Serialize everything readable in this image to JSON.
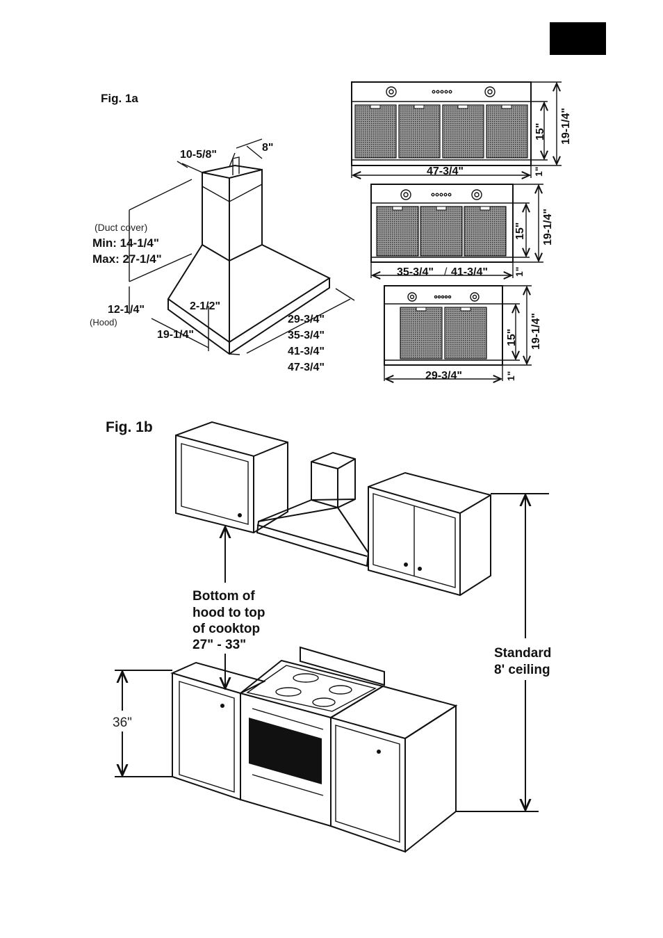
{
  "page_marker_color": "#000000",
  "fig1a": {
    "title": "Fig. 1a",
    "labels": {
      "chimney_depth": "10-5/8\"",
      "chimney_width": "8\"",
      "duct_cover": "(Duct cover)",
      "duct_min": "Min: 14-1/4\"",
      "duct_max": "Max: 27-1/4\"",
      "hood_height": "12-1/4\"",
      "hood_caption": "(Hood)",
      "edge_height": "2-1/2\"",
      "hood_depth": "19-1/4\"",
      "widths": [
        "29-3/4\"",
        "35-3/4\"",
        "41-3/4\"",
        "47-3/4\""
      ]
    }
  },
  "front_views": [
    {
      "filters": 4,
      "width_label": "47-3/4\"",
      "height_label": "15\"",
      "total_label": "19-1/4\"",
      "bottom_label": "1\""
    },
    {
      "filters": 3,
      "width_label_a": "35-3/4\"",
      "width_sep": "/",
      "width_label_b": "41-3/4\"",
      "height_label": "15\"",
      "total_label": "19-1/4\"",
      "bottom_label": "1\""
    },
    {
      "filters": 2,
      "width_label": "29-3/4\"",
      "height_label": "15\"",
      "total_label": "19-1/4\"",
      "bottom_label": "1\""
    }
  ],
  "fig1b": {
    "title": "Fig. 1b",
    "clearance": [
      "Bottom of",
      "hood to top",
      "of cooktop",
      "27\" - 33\""
    ],
    "ceiling": [
      "Standard",
      "8' ceiling"
    ],
    "counter_height": "36\""
  }
}
